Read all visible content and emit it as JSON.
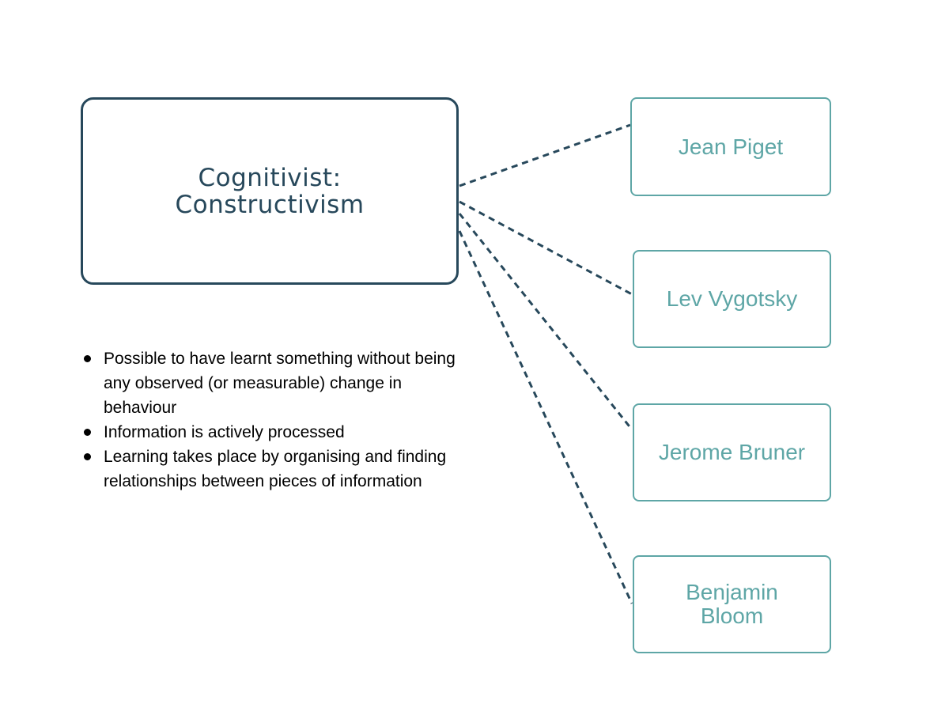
{
  "main_box": {
    "line1": "Cognitivist:",
    "line2": "Constructivism"
  },
  "people": [
    {
      "lines": [
        "Jean Piget"
      ]
    },
    {
      "lines": [
        "Lev Vygotsky"
      ]
    },
    {
      "lines": [
        "Jerome Bruner"
      ]
    },
    {
      "lines": [
        "Benjamin",
        "Bloom"
      ]
    }
  ],
  "bullets": [
    "Possible to have learnt something without being any observed (or measurable) change in behaviour",
    "Information is actively processed",
    "Learning takes place by organising and finding relationships between pieces of information"
  ],
  "colors": {
    "main_border": "#27485b",
    "main_text": "#27485b",
    "person_border": "#5ea6a6",
    "person_text": "#5ea6a6",
    "connector": "#27485b"
  }
}
